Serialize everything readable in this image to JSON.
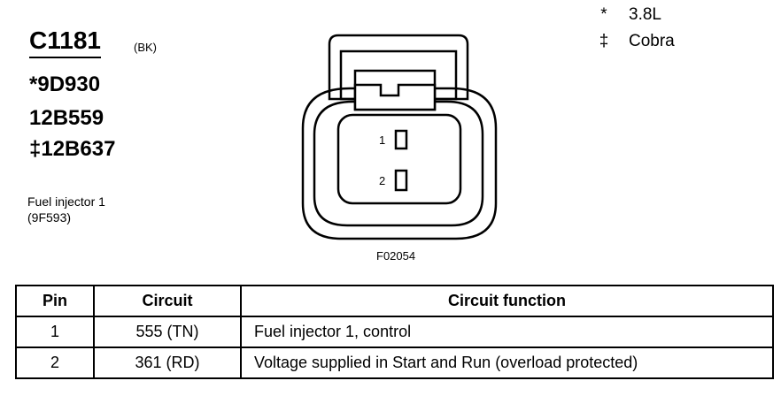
{
  "connector": {
    "id": "C1181",
    "color": "(BK)"
  },
  "part_numbers": [
    "*9D930",
    "12B559",
    "‡12B637"
  ],
  "component": {
    "name": "Fuel injector 1",
    "code": "(9F593)"
  },
  "legend": [
    {
      "symbol": "*",
      "label": "3.8L"
    },
    {
      "symbol": "‡",
      "label": "Cobra"
    }
  ],
  "diagram": {
    "figure_ref": "F02054",
    "pin_labels": [
      "1",
      "2"
    ]
  },
  "table": {
    "headers": {
      "pin": "Pin",
      "circuit": "Circuit",
      "function": "Circuit function"
    },
    "rows": [
      {
        "pin": "1",
        "circuit": "555 (TN)",
        "function": "Fuel injector 1, control"
      },
      {
        "pin": "2",
        "circuit": "361 (RD)",
        "function": "Voltage supplied in Start and Run (overload protected)"
      }
    ]
  }
}
